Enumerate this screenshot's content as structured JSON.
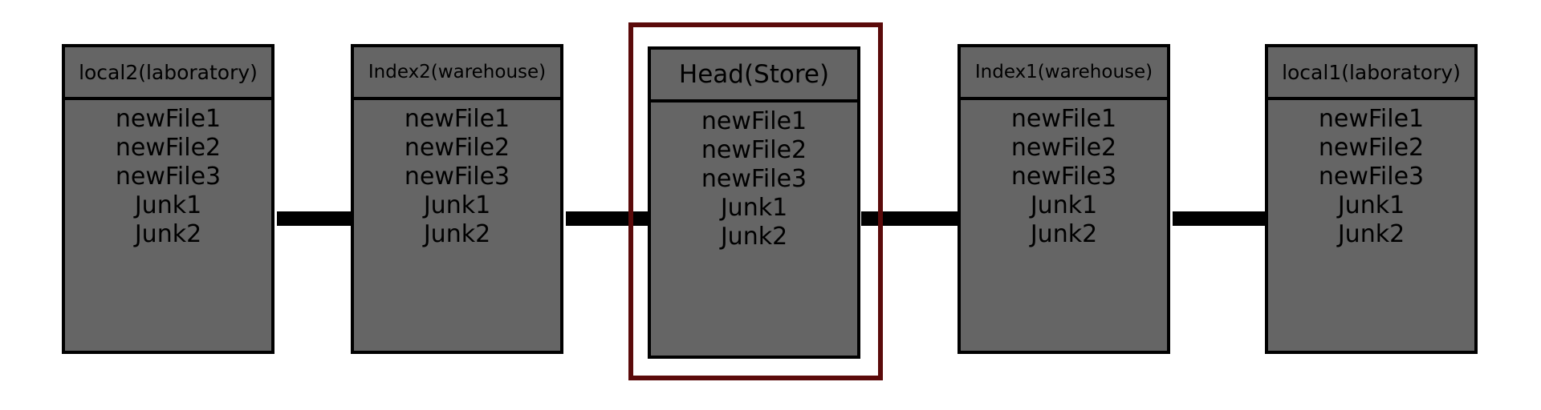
{
  "colors": {
    "box_fill": "#656565",
    "outline": "#000000",
    "highlight": "#5b0a0a"
  },
  "nodes": [
    {
      "title": "local2(laboratory)",
      "files": [
        "newFile1",
        "newFile2",
        "newFile3",
        "Junk1",
        "Junk2"
      ]
    },
    {
      "title": "Index2(warehouse)",
      "files": [
        "newFile1",
        "newFile2",
        "newFile3",
        "Junk1",
        "Junk2"
      ]
    },
    {
      "title": "Head(Store)",
      "files": [
        "newFile1",
        "newFile2",
        "newFile3",
        "Junk1",
        "Junk2"
      ]
    },
    {
      "title": "Index1(warehouse)",
      "files": [
        "newFile1",
        "newFile2",
        "newFile3",
        "Junk1",
        "Junk2"
      ]
    },
    {
      "title": "local1(laboratory)",
      "files": [
        "newFile1",
        "newFile2",
        "newFile3",
        "Junk1",
        "Junk2"
      ]
    }
  ]
}
